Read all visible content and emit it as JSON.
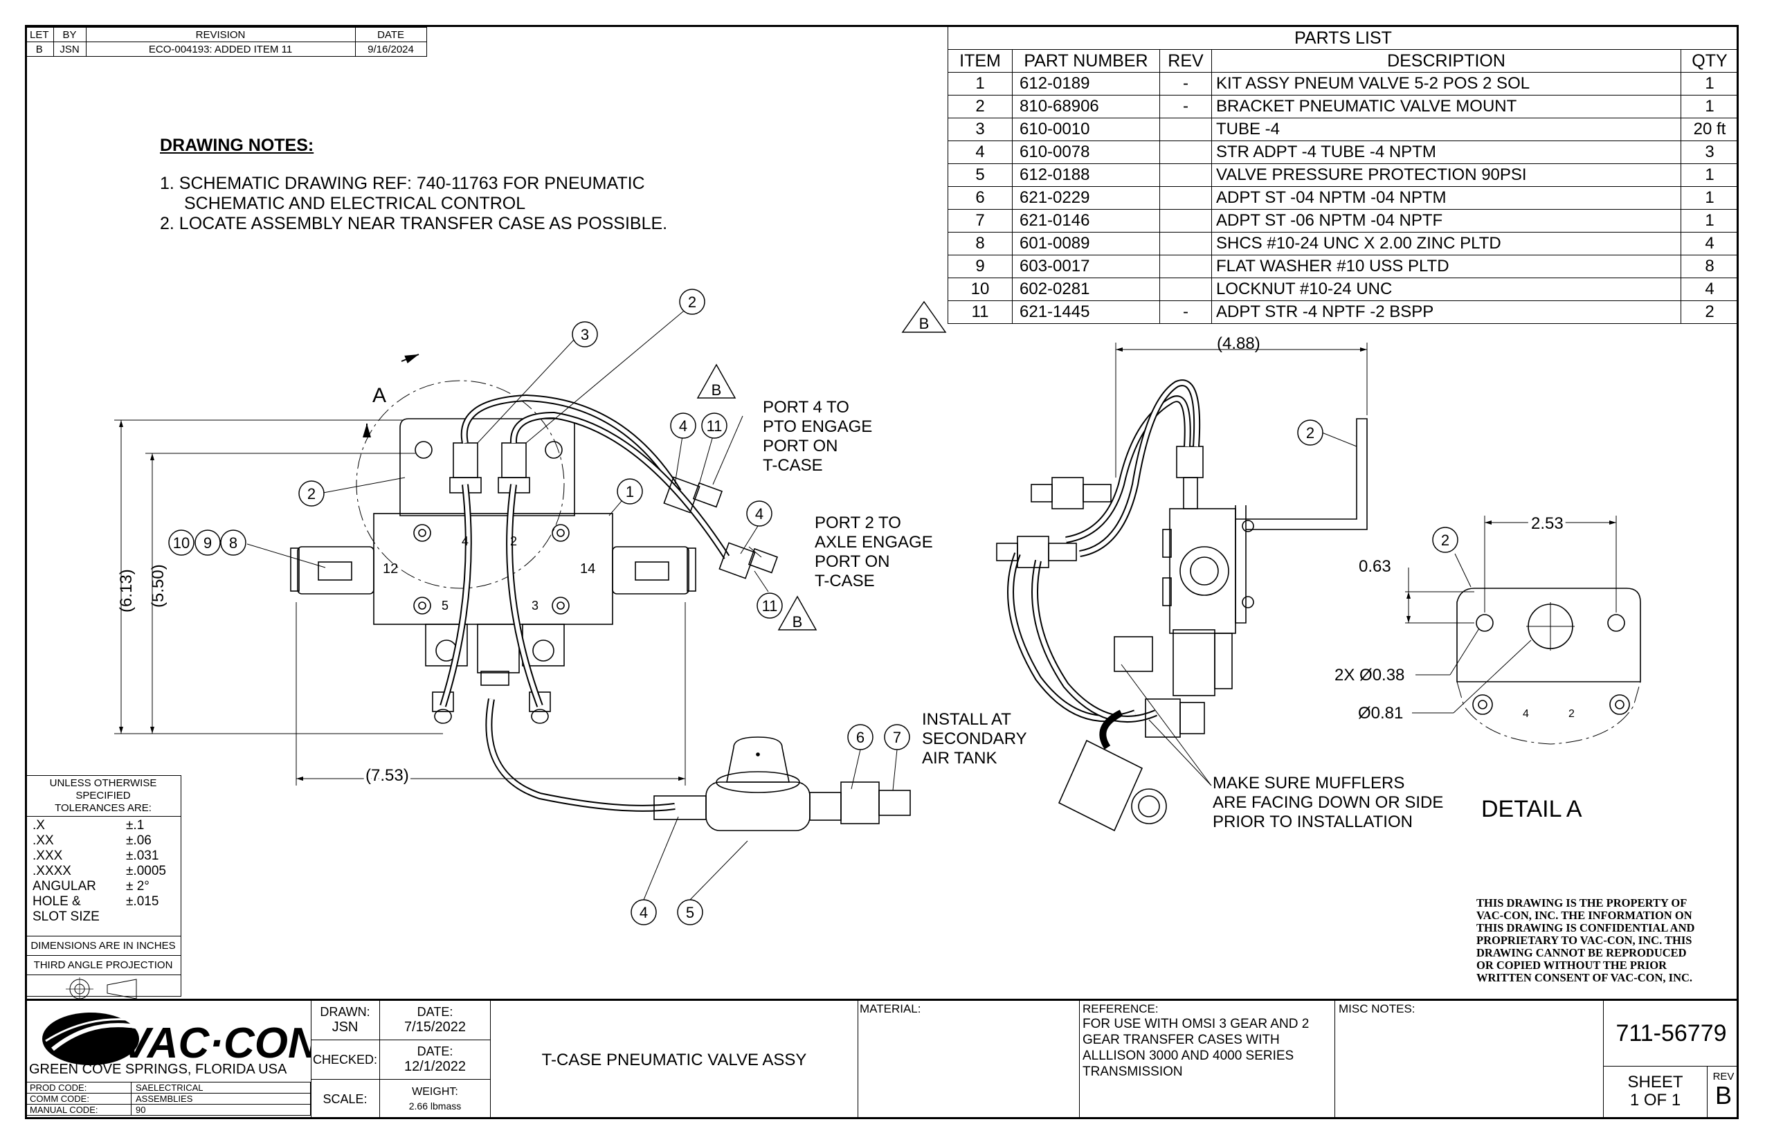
{
  "revision_block": {
    "headers": [
      "LET",
      "BY",
      "REVISION",
      "DATE"
    ],
    "rows": [
      [
        "B",
        "JSN",
        "ECO-004193: ADDED ITEM 11",
        "9/16/2024"
      ]
    ]
  },
  "parts_list": {
    "title": "PARTS LIST",
    "headers": [
      "ITEM",
      "PART NUMBER",
      "REV",
      "DESCRIPTION",
      "QTY"
    ],
    "rows": [
      [
        "1",
        "612-0189",
        "-",
        "KIT ASSY PNEUM VALVE 5-2 POS 2 SOL",
        "1"
      ],
      [
        "2",
        "810-68906",
        "-",
        "BRACKET PNEUMATIC VALVE MOUNT",
        "1"
      ],
      [
        "3",
        "610-0010",
        "",
        "TUBE -4",
        "20 ft"
      ],
      [
        "4",
        "610-0078",
        "",
        "STR ADPT -4 TUBE -4 NPTM",
        "3"
      ],
      [
        "5",
        "612-0188",
        "",
        "VALVE PRESSURE PROTECTION 90PSI",
        "1"
      ],
      [
        "6",
        "621-0229",
        "",
        "ADPT ST -04 NPTM -04 NPTM",
        "1"
      ],
      [
        "7",
        "621-0146",
        "",
        "ADPT ST -06 NPTM -04 NPTF",
        "1"
      ],
      [
        "8",
        "601-0089",
        "",
        "SHCS #10-24 UNC X 2.00 ZINC PLTD",
        "4"
      ],
      [
        "9",
        "603-0017",
        "",
        "FLAT WASHER #10 USS PLTD",
        "8"
      ],
      [
        "10",
        "602-0281",
        "",
        "LOCKNUT #10-24 UNC",
        "4"
      ],
      [
        "11",
        "621-1445",
        "-",
        "ADPT STR -4 NPTF -2 BSPP",
        "2"
      ]
    ],
    "rev_flag": "B"
  },
  "drawing_notes": {
    "title": "DRAWING NOTES:",
    "lines": [
      "1.  SCHEMATIC DRAWING REF: 740-11763 FOR PNEUMATIC",
      "SCHEMATIC AND ELECTRICAL CONTROL",
      "2.  LOCATE ASSEMBLY NEAR TRANSFER CASE AS POSSIBLE."
    ]
  },
  "annotations": {
    "port4": [
      "PORT 4 TO",
      "PTO ENGAGE",
      "PORT ON",
      "T-CASE"
    ],
    "port2": [
      "PORT 2 TO",
      "AXLE ENGAGE",
      "PORT ON",
      "T-CASE"
    ],
    "install": [
      "INSTALL AT",
      "SECONDARY",
      "AIR TANK"
    ],
    "mufflers": [
      "MAKE SURE MUFFLERS",
      "ARE FACING DOWN OR SIDE",
      "PRIOR TO  INSTALLATION"
    ],
    "detail": "DETAIL  A",
    "view_label": "A",
    "rev_tri": "B"
  },
  "dimensions": {
    "height_overall": "(6.13)",
    "height_inner": "(5.50)",
    "width_overall": "(7.53)",
    "side_width": "(4.88)",
    "detail_width": "2.53",
    "detail_height": "0.63",
    "hole_small": "2X Ø0.38",
    "hole_large": "Ø0.81"
  },
  "balloons": {
    "b1": "1",
    "b2": "2",
    "b3": "3",
    "b4": "4",
    "b5": "5",
    "b6": "6",
    "b7": "7",
    "b8": "8",
    "b9": "9",
    "b10": "10",
    "b11": "11"
  },
  "valve_marks": {
    "p12": "12",
    "p14": "14",
    "p4": "4",
    "p2": "2",
    "p5": "5",
    "p3": "3"
  },
  "tolerances": {
    "title": [
      "UNLESS OTHERWISE SPECIFIED",
      "TOLERANCES ARE:"
    ],
    "rows": [
      [
        ".X",
        "±.1"
      ],
      [
        ".XX",
        "±.06"
      ],
      [
        ".XXX",
        "±.031"
      ],
      [
        ".XXXX",
        "±.0005"
      ],
      [
        "ANGULAR",
        "± 2°"
      ],
      [
        "HOLE &",
        "±.015"
      ],
      [
        "SLOT SIZE",
        ""
      ]
    ],
    "units": "DIMENSIONS ARE IN INCHES",
    "projection": "THIRD ANGLE PROJECTION"
  },
  "legal": [
    "THIS DRAWING IS THE PROPERTY OF",
    "VAC-CON, INC.  THE INFORMATION ON",
    "THIS DRAWING IS CONFIDENTIAL AND",
    "PROPRIETARY TO VAC-CON, INC.  THIS",
    "DRAWING CANNOT BE REPRODUCED",
    "OR COPIED WITHOUT THE PRIOR",
    "WRITTEN CONSENT OF VAC-CON, INC."
  ],
  "title_block": {
    "company": "VAC·CON",
    "location": "GREEN COVE SPRINGS, FLORIDA USA",
    "codes": [
      [
        "PROD CODE:",
        "SAELECTRICAL"
      ],
      [
        "COMM CODE:",
        "ASSEMBLIES"
      ],
      [
        "MANUAL CODE:",
        "90"
      ]
    ],
    "drawn_label": "DRAWN:",
    "drawn_by": "JSN",
    "drawn_date_label": "DATE:",
    "drawn_date": "7/15/2022",
    "checked_label": "CHECKED:",
    "checked_date_label": "DATE:",
    "checked_date": "12/1/2022",
    "scale_label": "SCALE:",
    "weight_label": "WEIGHT:",
    "weight": "2.66 lbmass",
    "title": "T-CASE PNEUMATIC VALVE ASSY",
    "material_label": "MATERIAL:",
    "reference_label": "REFERENCE:",
    "reference": [
      "FOR USE WITH OMSI 3 GEAR AND 2",
      "GEAR TRANSFER CASES WITH",
      "ALLLISON 3000 AND 4000 SERIES",
      "TRANSMISSION"
    ],
    "misc_label": "MISC NOTES:",
    "drawing_number": "711-56779",
    "sheet_label": "SHEET",
    "sheet": "1  OF 1",
    "rev_label": "REV",
    "rev": "B"
  }
}
